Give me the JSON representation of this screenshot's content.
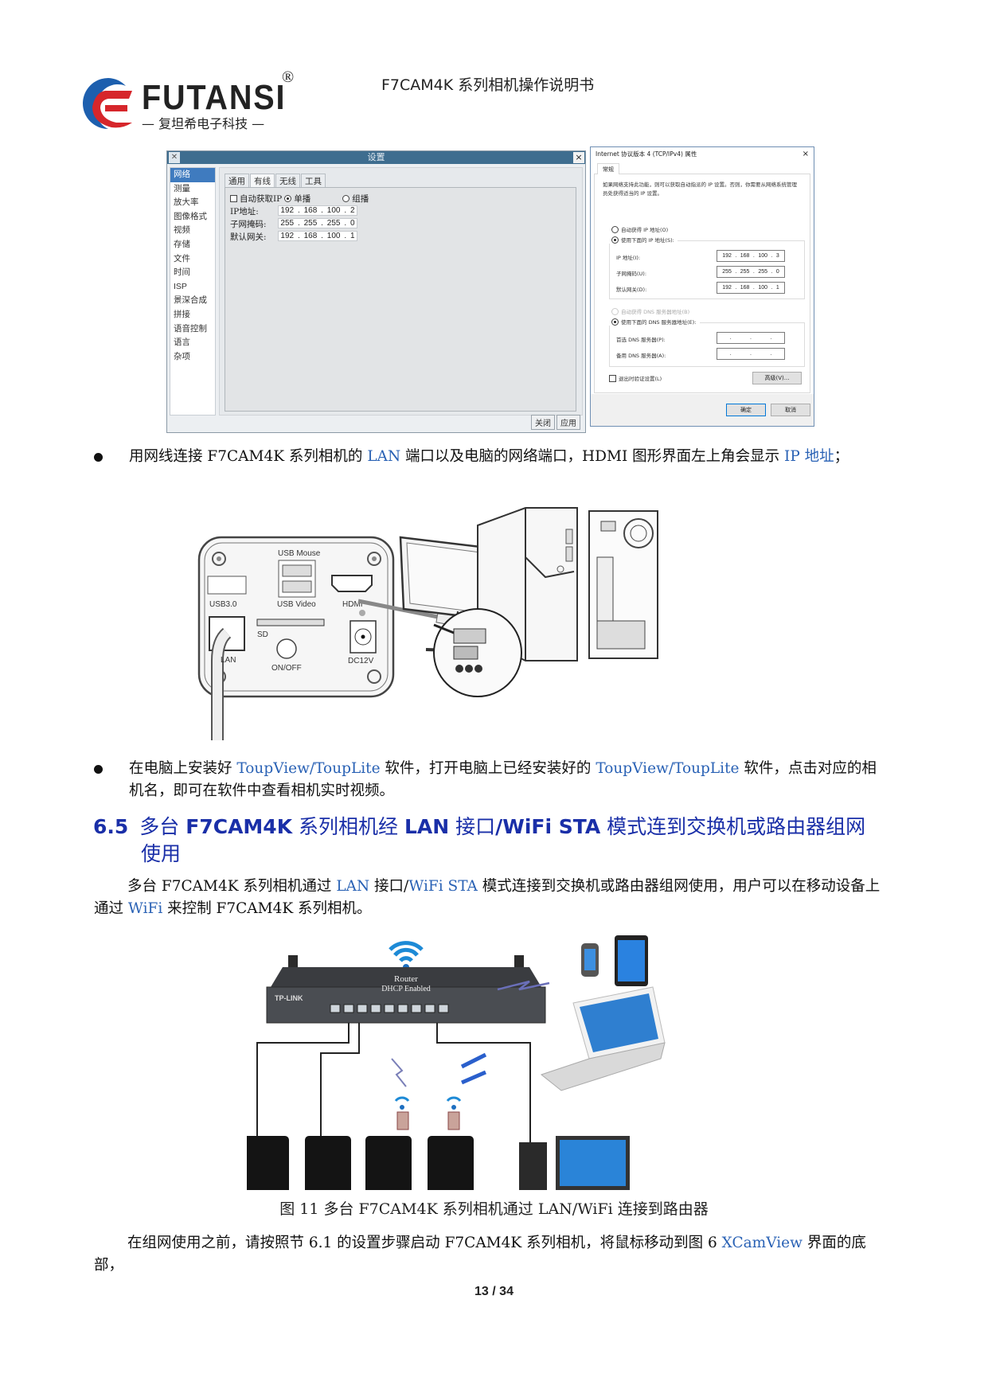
{
  "header": {
    "logo_text": "FUTANSI",
    "logo_reg": "®",
    "logo_subtitle": "— 复坦希电子科技 —",
    "doc_title": "F7CAM4K 系列相机操作说明书"
  },
  "settings_dialog": {
    "title": "设置",
    "close": "×",
    "sidebar": [
      "网络",
      "测量",
      "放大率",
      "图像格式",
      "视频",
      "存储",
      "文件",
      "时间",
      "ISP",
      "景深合成",
      "拼接",
      "语音控制",
      "语言",
      "杂项"
    ],
    "active_sidebar_index": 0,
    "tabs": [
      "通用",
      "有线",
      "无线",
      "工具"
    ],
    "active_tab_index": 1,
    "auto_ip_label": "自动获取IP",
    "unicast_label": "单播",
    "multicast_label": "组播",
    "fields": [
      {
        "label": "IP地址:",
        "octets": [
          "192",
          "168",
          "100",
          "2"
        ]
      },
      {
        "label": "子网掩码:",
        "octets": [
          "255",
          "255",
          "255",
          "0"
        ]
      },
      {
        "label": "默认网关:",
        "octets": [
          "192",
          "168",
          "100",
          "1"
        ]
      }
    ],
    "buttons": {
      "close": "关闭",
      "apply": "应用"
    }
  },
  "ipv4_dialog": {
    "title": "Internet 协议版本 4 (TCP/IPv4) 属性",
    "close": "×",
    "tab": "常规",
    "description": "如果网络支持此功能，则可以获取自动指派的 IP 设置。否则，你需要从网络系统管理员处获得适当的 IP 设置。",
    "auto_ip": "自动获得 IP 地址(O)",
    "manual_ip": "使用下面的 IP 地址(S):",
    "ip_fields": [
      {
        "label": "IP 地址(I):",
        "value": [
          "192",
          "168",
          "100",
          "3"
        ]
      },
      {
        "label": "子网掩码(U):",
        "value": [
          "255",
          "255",
          "255",
          "0"
        ]
      },
      {
        "label": "默认网关(D):",
        "value": [
          "192",
          "168",
          "100",
          "1"
        ]
      }
    ],
    "auto_dns": "自动获得 DNS 服务器地址(B)",
    "manual_dns": "使用下面的 DNS 服务器地址(E):",
    "dns_fields": [
      {
        "label": "首选 DNS 服务器(P):"
      },
      {
        "label": "备用 DNS 服务器(A):"
      }
    ],
    "validate_label": "退出时验证设置(L)",
    "advanced_button": "高级(V)...",
    "ok_button": "确定",
    "cancel_button": "取消"
  },
  "bullet1": {
    "t1": "用网线连接 F7CAM4K 系列相机的 ",
    "link1": "LAN",
    "t2": " 端口以及电脑的网络端口，HDMI 图形界面左上角会显示 ",
    "link2": "IP 地址",
    "t3": "；"
  },
  "camera_panel": {
    "labels": {
      "usb_mouse": "USB Mouse",
      "usb30": "USB3.0",
      "usb_video": "USB Video",
      "hdmi": "HDMI",
      "sd": "SD",
      "lan": "LAN",
      "onoff": "ON/OFF",
      "dc": "DC12V"
    }
  },
  "bullet2": {
    "t1": "在电脑上安装好 ",
    "link1": "ToupView/ToupLite",
    "t2": " 软件，打开电脑上已经安装好的 ",
    "link2": "ToupView/ToupLite",
    "t3": " 软件，点击对应的相机名，即可在软件中查看相机实时视频。"
  },
  "section": {
    "number": "6.5",
    "p1": "多台 ",
    "b1": "F7CAM4K",
    "p2": " 系列相机经 ",
    "b2": "LAN",
    "p3": " 接口",
    "b3": "/WiFi STA",
    "p4": " 模式连到交换机或路由器组网",
    "line2": "使用"
  },
  "para1": {
    "t1": "多台 F7CAM4K 系列相机通过 ",
    "link1": "LAN",
    "t2": " 接口/",
    "link2": "WiFi STA",
    "t3": " 模式连接到交换机或路由器组网使用，用户可以在移动设备上通过 ",
    "link3": "WiFi",
    "t4": " 来控制 F7CAM4K 系列相机。"
  },
  "network_diagram": {
    "router_label": "Router",
    "router_sub": "DHCP Enabled",
    "brand": "TP-LINK",
    "camera_count": 4
  },
  "caption": "图 11 多台 F7CAM4K 系列相机通过 LAN/WiFi 连接到路由器",
  "para2": {
    "t1": "在组网使用之前，请按照节 6.1 的设置步骤启动 F7CAM4K 系列相机，将鼠标移动到图 6 ",
    "link1": "XCamView",
    "t2": " 界面的底部，"
  },
  "footer": {
    "page": "13 / 34"
  },
  "colors": {
    "link": "#2a62b5",
    "heading": "#1a2fa8",
    "title_bar": "#3e6d8f",
    "logo_red": "#d6262b",
    "logo_blue": "#1d5fae"
  }
}
